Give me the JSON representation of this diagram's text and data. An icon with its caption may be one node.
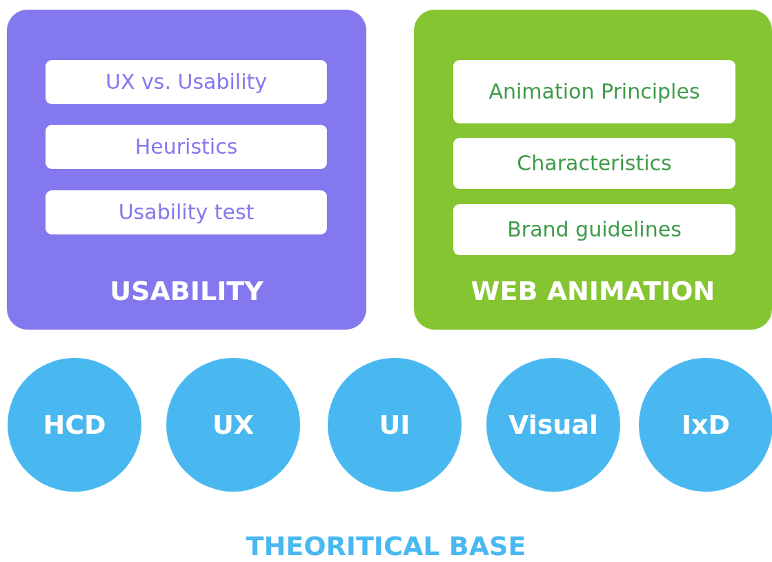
{
  "diagram": {
    "nodes": [
      {
        "text": [
          "USABILITY"
        ]
      },
      {
        "text": [
          "UX vs. Usability"
        ],
        "in": 0
      },
      {
        "text": [
          "Heuristics"
        ],
        "in": 0
      },
      {
        "text": [
          "Usability test"
        ],
        "in": 0
      },
      {
        "text": [
          "WEB ANIMATION"
        ]
      },
      {
        "text": [
          "Animation Principles"
        ],
        "in": 4
      },
      {
        "text": [
          "Characteristics"
        ],
        "in": 4
      },
      {
        "text": [
          "Brand guidelines"
        ],
        "in": 4
      },
      {
        "text": [
          "HCD"
        ]
      },
      {
        "text": [
          "UX"
        ]
      },
      {
        "text": [
          "UI"
        ]
      },
      {
        "text": [
          "Visual"
        ]
      },
      {
        "text": [
          "IxD"
        ]
      }
    ],
    "labels": [
      "THEORITICAL BASE"
    ]
  }
}
